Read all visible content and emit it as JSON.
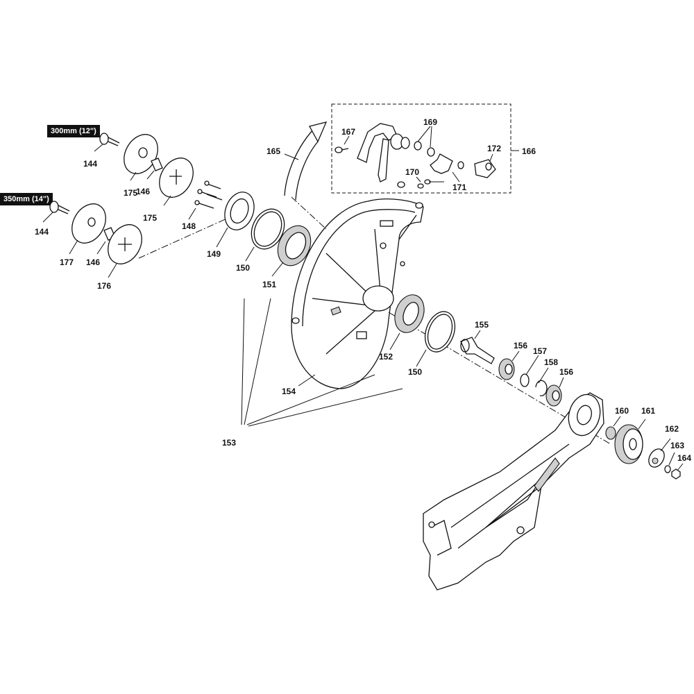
{
  "size_labels": {
    "size_12": "300mm (12\")",
    "size_14": "350mm (14\")"
  },
  "part_numbers": {
    "p144a": "144",
    "p144b": "144",
    "p146a": "146",
    "p146b": "146",
    "p148": "148",
    "p149": "149",
    "p150a": "150",
    "p150b": "150",
    "p151": "151",
    "p152": "152",
    "p153": "153",
    "p154": "154",
    "p155": "155",
    "p156a": "156",
    "p156b": "156",
    "p157": "157",
    "p158": "158",
    "p160": "160",
    "p161": "161",
    "p162": "162",
    "p163": "163",
    "p164": "164",
    "p165": "165",
    "p166": "166",
    "p167": "167",
    "p169": "169",
    "p170": "170",
    "p171": "171",
    "p172": "172",
    "p175a": "175",
    "p175b": "175",
    "p176": "176",
    "p177": "177"
  }
}
